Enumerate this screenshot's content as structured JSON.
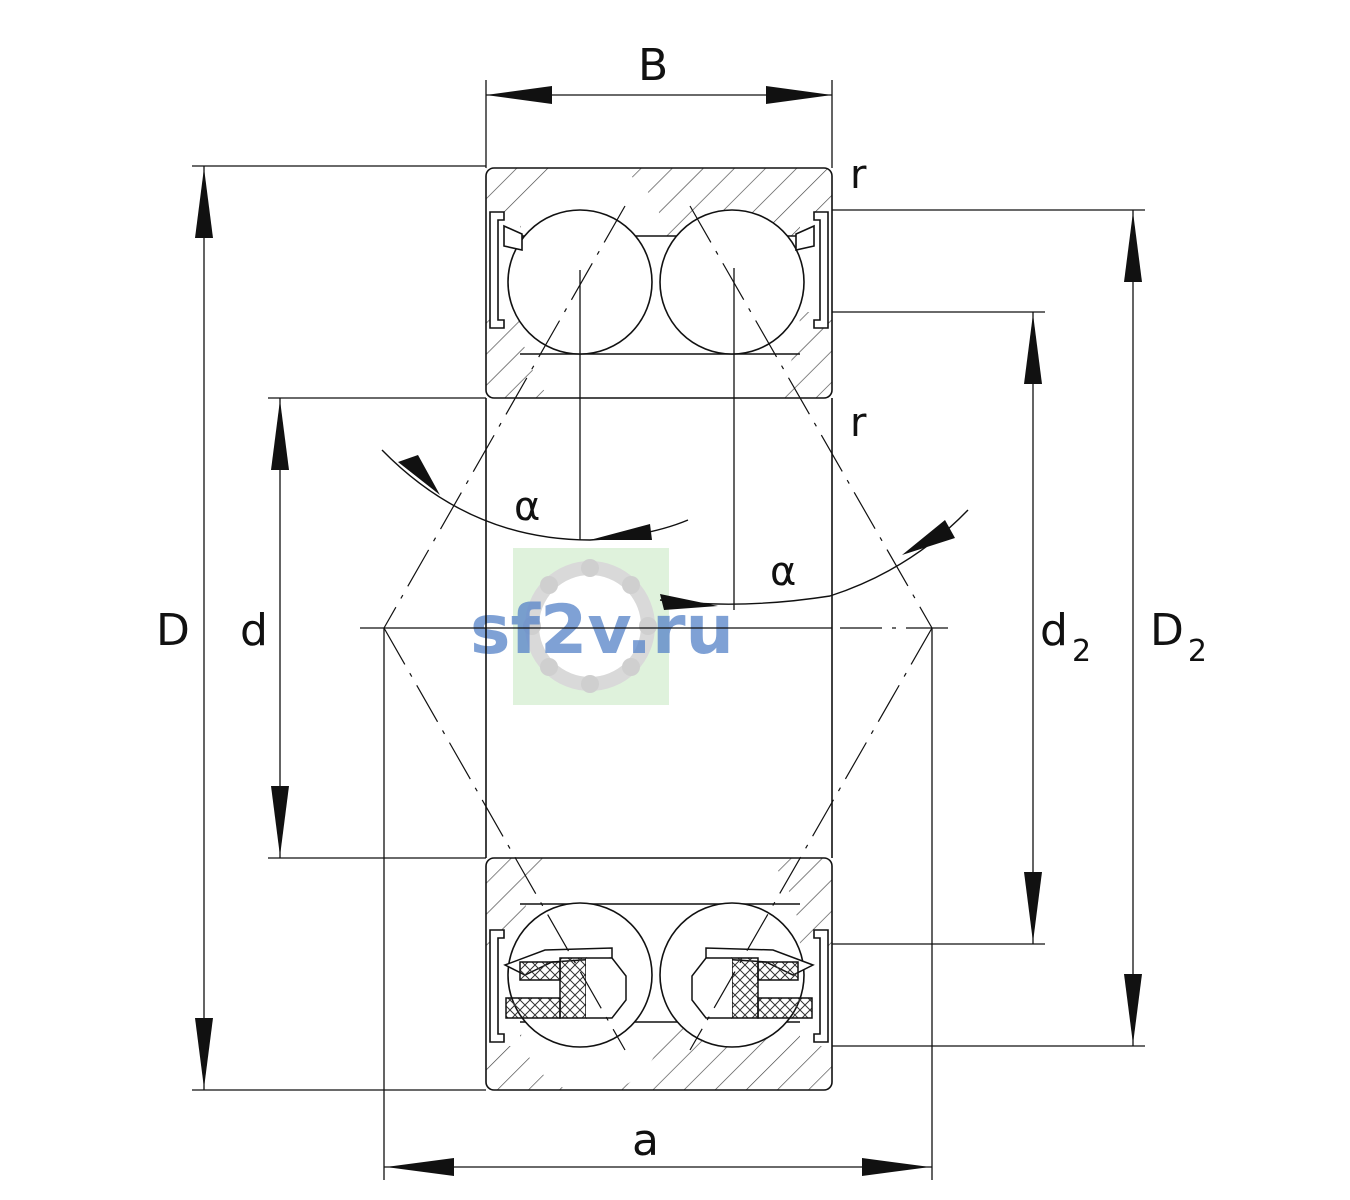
{
  "labels": {
    "width": "B",
    "outer_diameter": "D",
    "bore": "d",
    "inner_shoulder_main": "d",
    "inner_shoulder_sub": "2",
    "outer_shoulder_main": "D",
    "outer_shoulder_sub": "2",
    "radius_top": "r",
    "radius_inner": "r",
    "contact_angle_left": "α",
    "contact_angle_right": "α",
    "pressure_distance": "a"
  },
  "watermark": {
    "text": "sf2v.ru"
  },
  "colors": {
    "line": "#111111",
    "hatch": "#444444",
    "watermark_text": "#5b86c9",
    "watermark_bg": "#dff2dc"
  }
}
